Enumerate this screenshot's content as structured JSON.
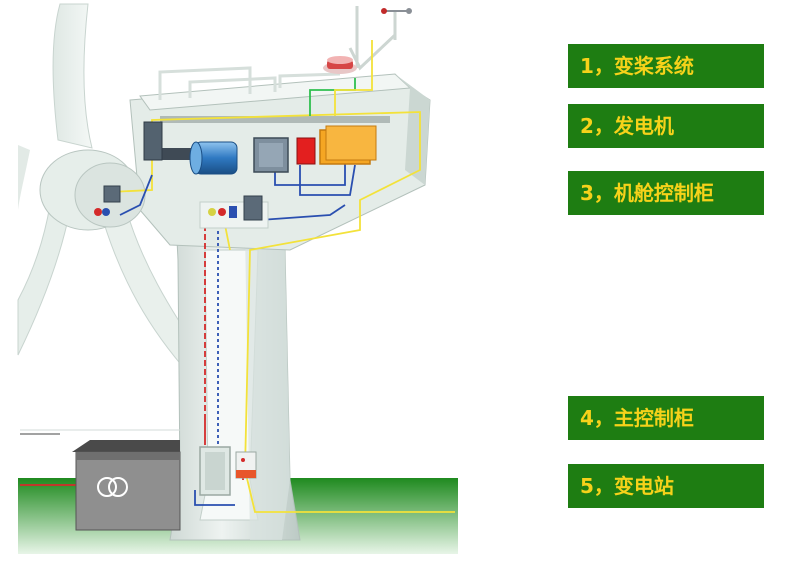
{
  "labels": [
    {
      "text": "1，变桨系统"
    },
    {
      "text": "2，发电机"
    },
    {
      "text": "3，机舱控制柜"
    },
    {
      "text": "4，主控制柜"
    },
    {
      "text": "5，变电站"
    }
  ],
  "colors": {
    "label_bg": "#1e7d12",
    "label_text": "#f6d21a",
    "wire_yellow": "#f3e23a",
    "wire_blue": "#2a4fb0",
    "wire_red": "#d42a2a",
    "wire_green": "#2fbf4f",
    "ground_green": "#2a9a2a"
  },
  "icons": [
    "transformer-icon",
    "anemometer-icon",
    "warning-light-icon"
  ]
}
